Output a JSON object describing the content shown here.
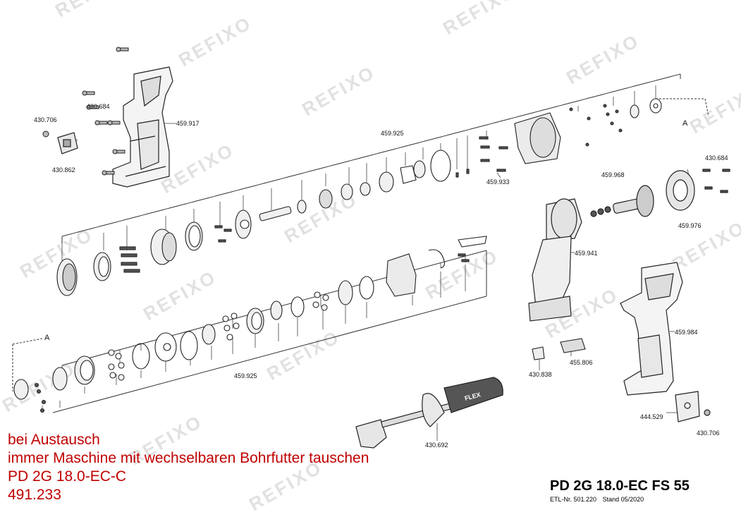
{
  "watermark": "REFIXO",
  "parts": {
    "p430706_left": "430.706",
    "p430684_left": "430.684",
    "p459917": "459.917",
    "p430862": "430.862",
    "p459925_top": "459.925",
    "p459933": "459.933",
    "p430684_right": "430.684",
    "p459968": "459.968",
    "p459976": "459.976",
    "p459941": "459.941",
    "p459984": "459.984",
    "p455806": "455.806",
    "p430838": "430.838",
    "p459925_bottom": "459.925",
    "p430692": "430.692",
    "p444529": "444.529",
    "p430706_right": "430.706"
  },
  "marker_a_top": "A",
  "marker_a_bottom": "A",
  "notes": {
    "line1": "bei Austausch",
    "line2": "immer Maschine mit wechselbaren Bohrfutter tauschen",
    "line3": "PD 2G 18.0-EC-C",
    "line4": "491.233"
  },
  "title_block": {
    "model": "PD 2G 18.0-EC FS 55",
    "etl": "ETL-Nr. 501.220",
    "stand": "Stand 05/2020"
  },
  "handle_brand": "FLEX"
}
